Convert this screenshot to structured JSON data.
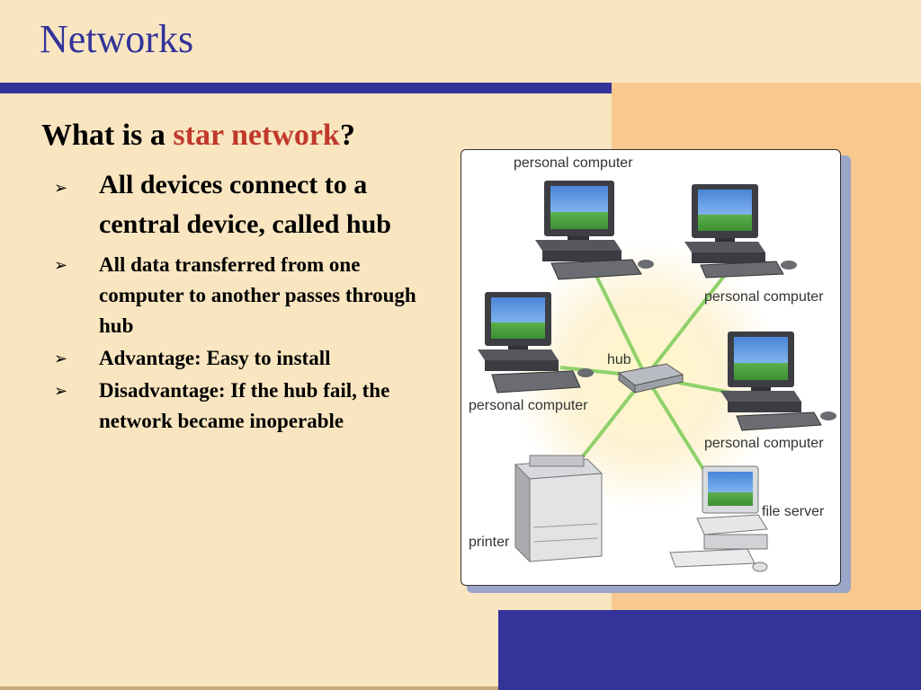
{
  "slide": {
    "title": "Networks",
    "question": {
      "prefix": "What is a ",
      "highlight": "star network",
      "suffix": "?"
    },
    "bullets": [
      {
        "text": "All devices connect to a central device, called hub",
        "size": "big"
      },
      {
        "text": "All data transferred from one computer to another passes through hub",
        "size": "small"
      },
      {
        "text": "Advantage: Easy to install",
        "size": "small"
      },
      {
        "text": "Disadvantage: If the hub fail, the network became inoperable",
        "size": "small"
      }
    ],
    "bullet_glyph": "➢",
    "colors": {
      "title": "#33339a",
      "highlight": "#c0392b",
      "background": "#f9e6c1",
      "accent_panel": "#f9c88e",
      "accent_blue": "#33339a",
      "cable": "#8fd16a"
    }
  },
  "diagram": {
    "labels": {
      "pc_top": "personal computer",
      "pc_right_top": "personal computer",
      "pc_left": "personal computer",
      "pc_right_bottom": "personal computer",
      "hub": "hub",
      "file_server": "file server",
      "printer": "printer"
    }
  }
}
